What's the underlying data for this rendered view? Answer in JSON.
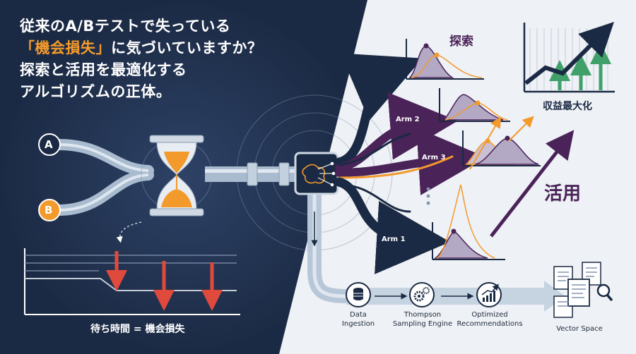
{
  "headline": {
    "line1": "従来のA/Bテストで失っている",
    "line2_highlight": "「機会損失」",
    "line2_rest": "に気づいていますか？",
    "line3": "探索と活用を最適化する",
    "line4": "アルゴリズムの正体。"
  },
  "left": {
    "variant_a": "A",
    "variant_b": "B",
    "wait_caption": "待ち時間 = 機会損失"
  },
  "right": {
    "explore_label": "探索",
    "exploit_label": "活用",
    "revenue_label": "収益最大化",
    "arms": [
      "Arm 2",
      "Arm 3",
      "Arm 1"
    ]
  },
  "pipeline": {
    "step1": {
      "line1": "Data",
      "line2": "Ingestion"
    },
    "step2": {
      "line1": "Thompson",
      "line2": "Sampling Engine"
    },
    "step3": {
      "line1": "Optimized",
      "line2": "Recommendations"
    },
    "step4": {
      "line1": "Vector Space"
    }
  },
  "colors": {
    "navy": "#1b2a44",
    "orange": "#f39a2c",
    "purple": "#4a2358",
    "green": "#3fa06a",
    "red": "#e04a3c",
    "pipe": "#9fb2c8"
  }
}
